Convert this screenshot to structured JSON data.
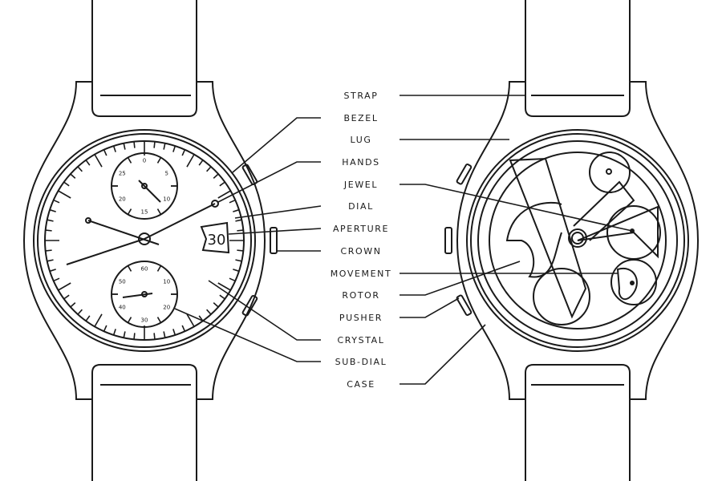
{
  "labels": [
    "STRAP",
    "BEZEL",
    "LUG",
    "HANDS",
    "JEWEL",
    "DIAL",
    "APERTURE",
    "CROWN",
    "MOVEMENT",
    "ROTOR",
    "PUSHER",
    "CRYSTAL",
    "SUB-DIAL",
    "CASE"
  ],
  "date_window": "30",
  "subdial_top": [
    "0",
    "5",
    "10",
    "15",
    "20",
    "25"
  ],
  "subdial_bottom": [
    "60",
    "10",
    "20",
    "30",
    "40",
    "50"
  ],
  "colors": {
    "line": "#1a1a1a",
    "background": "#ffffff"
  }
}
